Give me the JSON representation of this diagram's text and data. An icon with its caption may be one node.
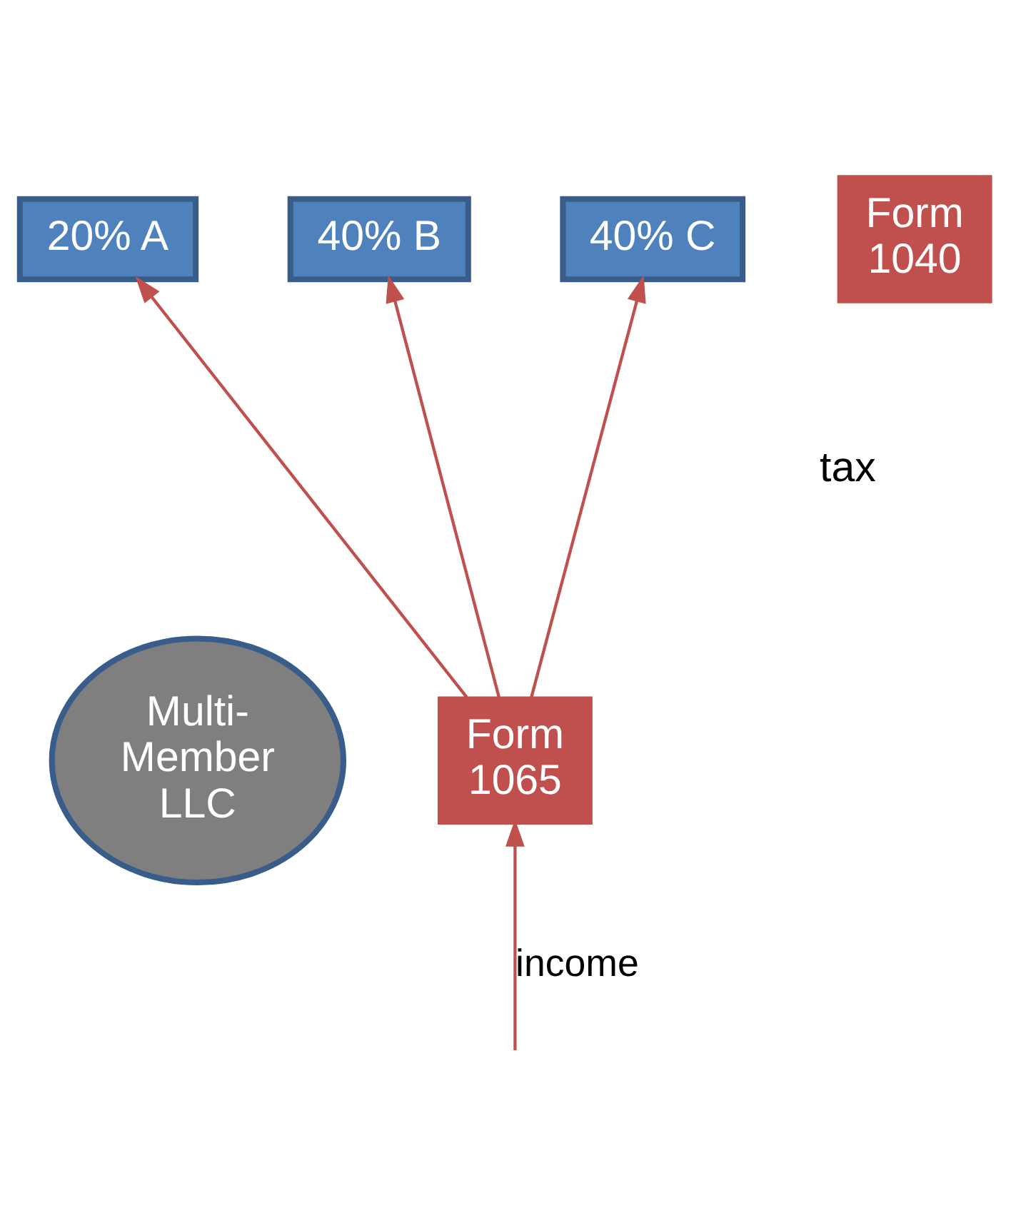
{
  "diagram": {
    "nodes": [
      {
        "text": [
          "20% A"
        ]
      },
      {
        "text": [
          "40% B"
        ]
      },
      {
        "text": [
          "40% C"
        ]
      },
      {
        "text": [
          "Form 1040"
        ]
      },
      {
        "text": [
          "Multi- Member LLC"
        ]
      },
      {
        "text": [
          "Form 1065"
        ]
      }
    ],
    "edges": [
      {
        "from": 5,
        "to": 0,
        "arrow": "to"
      },
      {
        "from": 5,
        "to": 1,
        "arrow": "to"
      },
      {
        "from": 5,
        "to": 2,
        "arrow": "to"
      },
      {
        "from": null,
        "to": 5,
        "arrow": "to",
        "label": "income"
      }
    ],
    "labels": [
      "tax"
    ]
  }
}
